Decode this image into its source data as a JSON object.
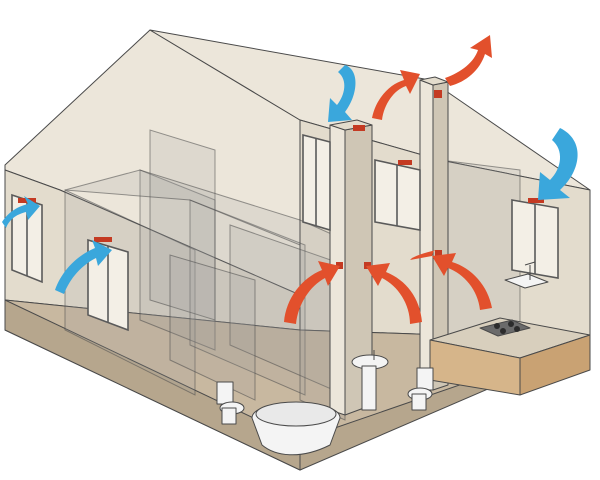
{
  "diagram": {
    "subject": "",
    "colors": {
      "wall": "#e3dccd",
      "wall_light": "#ece6da",
      "wall_shadow": "#cfc6b5",
      "outline": "#4a4a4a",
      "partition": "#9a9a9a",
      "floor": "#c8b8a0",
      "floor_dark": "#b6a68d",
      "fresh_air": "#3aa7dc",
      "exhaust_air": "#e2502c",
      "window_frame": "#5a5a5a",
      "window_glass": "#f3efe6",
      "vent": "#c43a22",
      "fixture": "#f4f4f4"
    },
    "elements": {
      "fresh_air_arrows": 4,
      "exhaust_arrows": 6,
      "ventilation_shafts": 2,
      "windows": 5
    },
    "icons": [
      "fresh-air-arrow-icon",
      "exhaust-air-arrow-icon",
      "toilet-icon",
      "bathtub-icon",
      "sink-icon",
      "stove-icon",
      "kitchen-sink-icon"
    ]
  }
}
